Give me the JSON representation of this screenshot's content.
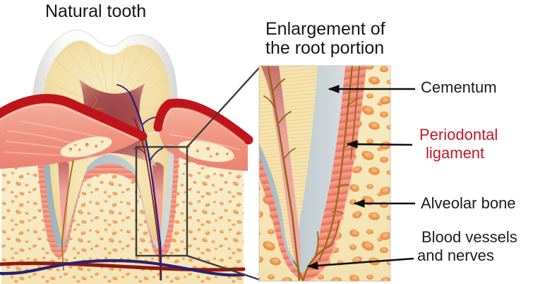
{
  "left_panel": {
    "title": "Natural tooth"
  },
  "right_panel": {
    "title_line1": "Enlargement of",
    "title_line2": "the root portion"
  },
  "labels": [
    {
      "id": "cementum",
      "text": "Cementum",
      "color": "#1b1b1b",
      "has_arrow": true
    },
    {
      "id": "periodontal-ligament",
      "line1": "Periodontal",
      "line2": "ligament",
      "color": "#c2181c",
      "has_arrow": true
    },
    {
      "id": "alveolar-bone",
      "text": "Alveolar bone",
      "color": "#1b1b1b",
      "has_arrow": true
    },
    {
      "id": "blood-vessels-and-nerves",
      "line1": "Blood vessels",
      "line2": "and nerves",
      "color": "#1b1b1b",
      "has_arrow": true
    }
  ],
  "colors": {
    "label_text": "#1b1b1b",
    "periodontal_label_red": "#c2181c",
    "arrow_black": "#101010",
    "zoom_outline_gray": "#3b3b3b",
    "enamel_white": "#fcfcfb",
    "dentin_cream": "#f2dfae",
    "pulp_red": "#a84e52",
    "gum_crest_red": "#bf141a",
    "gum_pink": "#f09280",
    "bone_cream": "#f6e9c4",
    "bone_spot_orange": "#e8823a",
    "periodontal_ligament_pink": "#f0907d",
    "cementum_gray": "#a9bac3",
    "nerve_brown": "#9a651c",
    "vein_navy": "#292270",
    "artery_dark_red": "#8e1812"
  }
}
